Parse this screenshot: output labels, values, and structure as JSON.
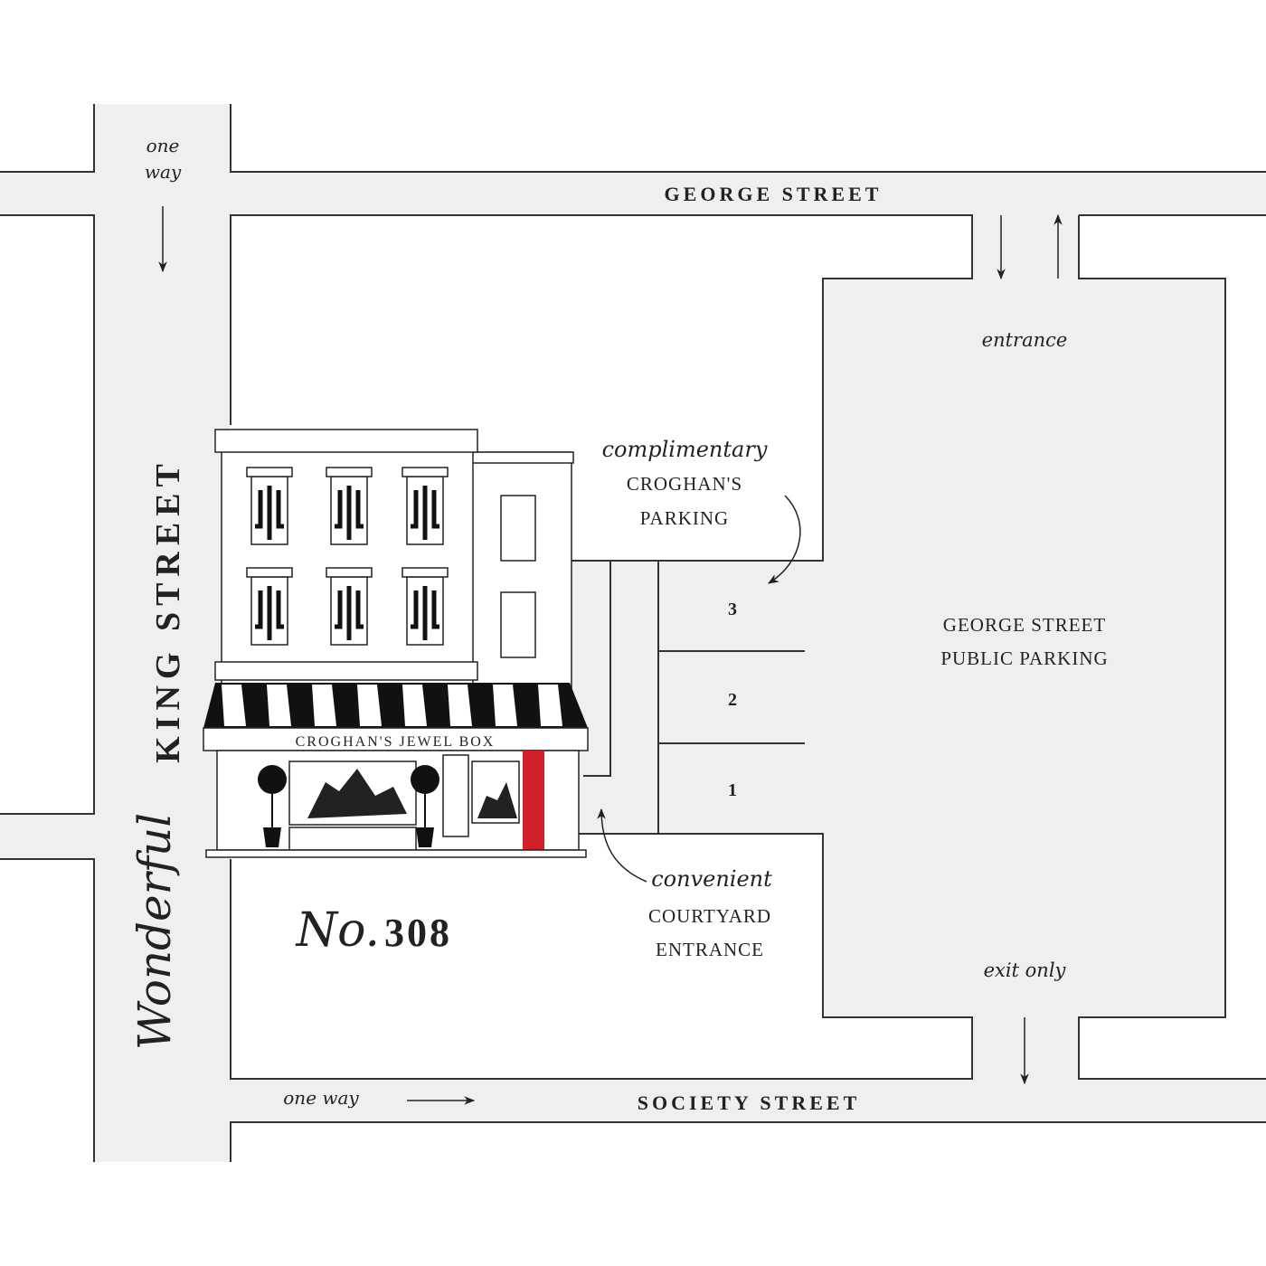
{
  "streets": {
    "george": "GEORGE STREET",
    "society": "SOCIETY STREET",
    "king": "KING STREET",
    "king_prefix": "Wonderful"
  },
  "traffic": {
    "king_one_way_1": "one",
    "king_one_way_2": "way",
    "society_one_way": "one way",
    "entrance": "entrance",
    "exit": "exit only"
  },
  "store": {
    "sign": "CROGHAN'S JEWEL BOX",
    "number_prefix": "No.",
    "number": "308",
    "door_color": "#d0202a"
  },
  "parking": {
    "complimentary_script": "complimentary",
    "complimentary_line1": "CROGHAN'S",
    "complimentary_line2": "PARKING",
    "spaces": [
      "3",
      "2",
      "1"
    ],
    "public_line1": "GEORGE STREET",
    "public_line2": "PUBLIC PARKING"
  },
  "courtyard": {
    "script": "convenient",
    "line1": "COURTYARD",
    "line2": "ENTRANCE"
  },
  "colors": {
    "road": "#eef0ef",
    "line": "#333333"
  }
}
